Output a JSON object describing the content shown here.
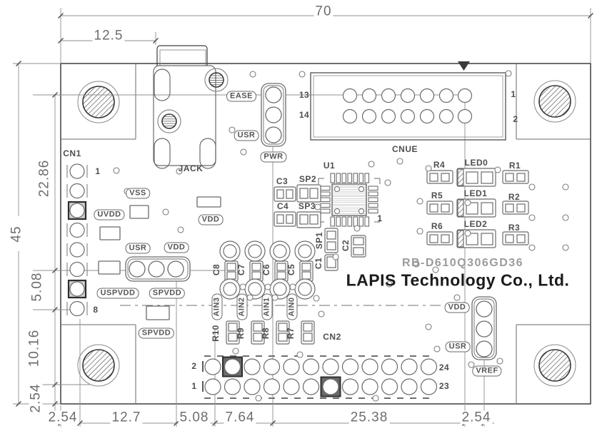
{
  "drawing": {
    "company": "LAPIS Technology Co., Ltd.",
    "model": "RB-D610Q306GD36"
  },
  "dims": {
    "top": [
      "70",
      "12.5"
    ],
    "left": [
      "45",
      "22.86",
      "5.08",
      "10.16",
      "2.54"
    ],
    "bottom": [
      "2.54",
      "12.7",
      "5.08",
      "7.64",
      "25.38",
      "2.54"
    ]
  },
  "connectors": {
    "cn1": {
      "name": "CN1",
      "pin_first": "1",
      "pin_last": "8"
    },
    "cnue": {
      "name": "CNUE",
      "pin13": "13",
      "pin14": "14",
      "pin1": "1",
      "pin2": "2"
    },
    "cn2": {
      "name": "CN2",
      "pin2": "2",
      "pin1": "1",
      "pin24": "24",
      "pin23": "23"
    },
    "jack": {
      "name": "JACK"
    }
  },
  "ic": {
    "u1": "U1",
    "pin1": "1"
  },
  "silkscreen": {
    "ease": "EASE",
    "usr_top": "USR",
    "pwr": "PWR",
    "vss": "VSS",
    "uvdd": "UVDD",
    "vdd_left": "VDD",
    "usr_mid": "USR",
    "vdd_mid": "VDD",
    "uspvdd": "USPVDD",
    "spvdd_mid": "SPVDD",
    "spvdd_bottom": "SPVDD",
    "vdd_right": "VDD",
    "usr_right": "USR",
    "vref": "VREF",
    "ain": [
      "AIN3",
      "AIN2",
      "AIN1",
      "AIN0"
    ]
  },
  "components": {
    "caps_top": [
      "C3",
      "SP2",
      "C4",
      "SP3"
    ],
    "caps_mid": [
      "SP1",
      "C1",
      "C2"
    ],
    "caps_bottom": [
      "C8",
      "C7",
      "C6",
      "C5"
    ],
    "res_bottom": [
      "R10",
      "R9",
      "R8",
      "R7"
    ],
    "res_left": [
      "R4",
      "R5",
      "R6"
    ],
    "res_right": [
      "R1",
      "R2",
      "R3"
    ],
    "leds": [
      "LED0",
      "LED1",
      "LED2"
    ]
  }
}
